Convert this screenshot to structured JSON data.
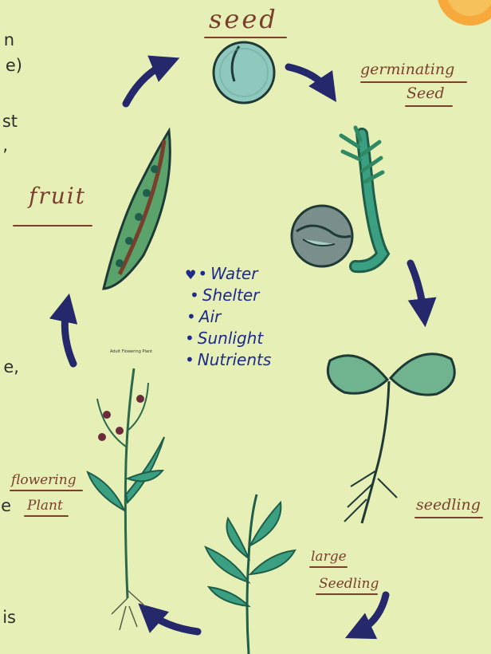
{
  "left_text_fragments": [
    "n",
    "e)",
    "st",
    ",",
    "e,",
    "e",
    "is"
  ],
  "stages": {
    "seed": "seed",
    "germinating_line1": "germinating",
    "germinating_line2": "Seed",
    "seedling": "seedling",
    "large_seedling_line1": "large",
    "large_seedling_line2": "Seedling",
    "flowering_line1": "flowering",
    "flowering_line2": "Plant",
    "fruit": "fruit"
  },
  "plant_needs": [
    "Water",
    "Shelter",
    "Air",
    "Sunlight",
    "Nutrients"
  ],
  "adult_plant_caption": "Adult Flowering Plant",
  "colors": {
    "background": "#e6f0b6",
    "arrow": "#25286b",
    "handwriting_label": "#7a3f2c",
    "needs_text": "#1e2a8c",
    "plant_green": "#2f8a64",
    "seed_fill": "#8fc9bd",
    "sun": "#f7a93b"
  },
  "icons": [
    "sun-icon",
    "cycle-arrow-icon",
    "heart-icon"
  ]
}
